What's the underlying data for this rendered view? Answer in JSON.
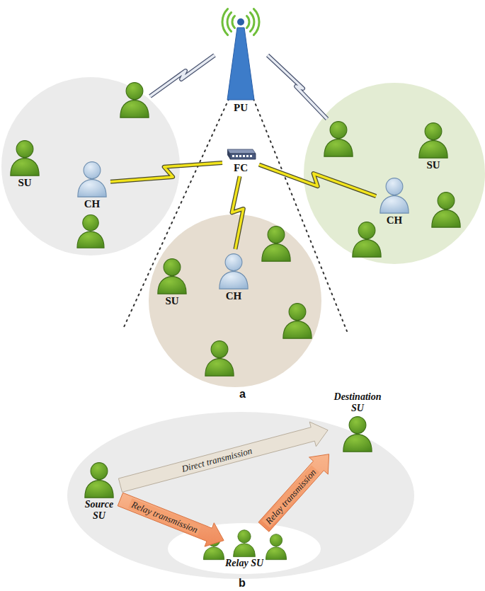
{
  "diagram": {
    "nodes": [
      {
        "text": [
          "PU"
        ]
      },
      {
        "text": [
          "FC"
        ]
      },
      {
        "text": [
          "SU"
        ]
      },
      {
        "text": [
          "CH"
        ]
      },
      {
        "text": [
          "SU"
        ]
      },
      {
        "text": [
          "CH"
        ]
      },
      {
        "text": [
          "SU"
        ]
      },
      {
        "text": [
          "CH"
        ]
      },
      {
        "text": [
          "Destination SU"
        ]
      },
      {
        "text": [
          "Source SU"
        ]
      },
      {
        "text": [
          "Relay SU"
        ]
      }
    ],
    "edges": [
      {
        "from": 3,
        "to": 1,
        "arrow": "none"
      },
      {
        "from": 5,
        "to": 1,
        "arrow": "none"
      },
      {
        "from": 7,
        "to": 1,
        "arrow": "none"
      },
      {
        "from": 9,
        "to": 8,
        "label": "Direct transmission",
        "arrow": "to"
      },
      {
        "from": 9,
        "to": 10,
        "label": "Relay transmission",
        "arrow": "to"
      },
      {
        "from": 10,
        "to": 8,
        "label": "Relay transmission",
        "arrow": "to"
      }
    ],
    "labels": [
      "a",
      "b"
    ]
  }
}
